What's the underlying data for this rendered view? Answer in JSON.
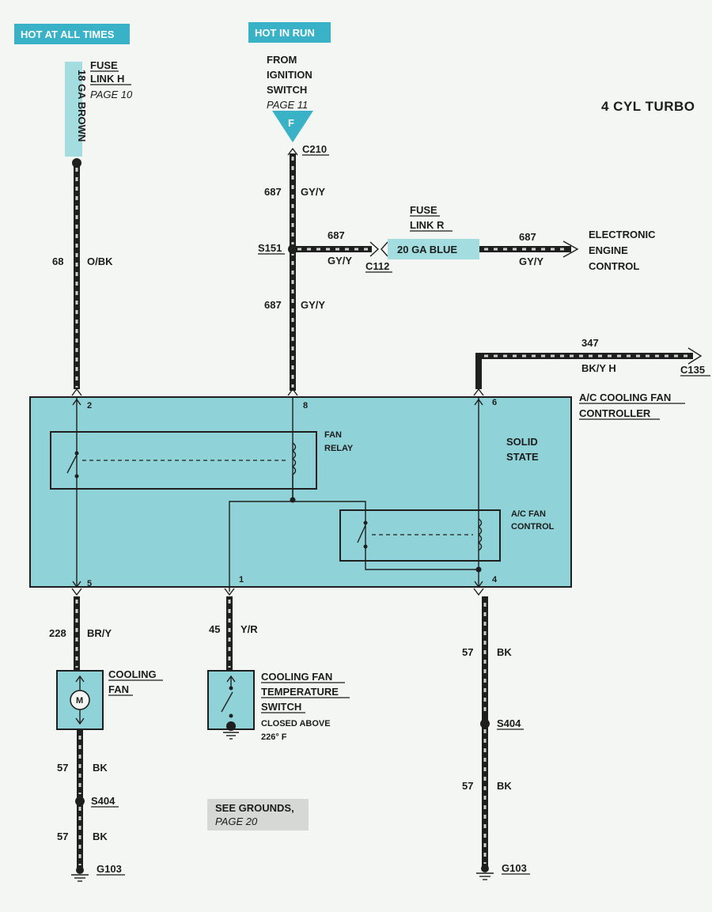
{
  "tags": {
    "hot_at_all_times": "HOT AT ALL TIMES",
    "hot_in_run": "HOT IN RUN"
  },
  "title": "4 CYL TURBO",
  "fuse_link_h": {
    "line1": "FUSE",
    "line2": "LINK H",
    "page": "PAGE 10",
    "wire": "18 GA BROWN"
  },
  "ignition": {
    "line1": "FROM",
    "line2": "IGNITION",
    "line3": "SWITCH",
    "page": "PAGE 11",
    "connector_letter": "F"
  },
  "connectors": {
    "c210": "C210",
    "s151": "S151",
    "c112": "C112",
    "c135": "C135",
    "s404_left": "S404",
    "s404_right": "S404",
    "g103_left": "G103",
    "g103_right": "G103"
  },
  "wires": {
    "w68": {
      "num": "68",
      "color": "O/BK"
    },
    "w687_top": {
      "num": "687",
      "color": "GY/Y"
    },
    "w687_mid": {
      "num": "687",
      "color": "GY/Y"
    },
    "w687_branch": {
      "num": "687",
      "color": "GY/Y"
    },
    "w687_eec": {
      "num": "687",
      "color": "GY/Y"
    },
    "w347": {
      "num": "347",
      "color": "BK/Y H"
    },
    "w228": {
      "num": "228",
      "color": "BR/Y"
    },
    "w45": {
      "num": "45",
      "color": "Y/R"
    },
    "w57_right_top": {
      "num": "57",
      "color": "BK"
    },
    "w57_right_bot": {
      "num": "57",
      "color": "BK"
    },
    "w57_left_top": {
      "num": "57",
      "color": "BK"
    },
    "w57_left_bot": {
      "num": "57",
      "color": "BK"
    }
  },
  "fuse_link_r": {
    "line1": "FUSE",
    "line2": "LINK R",
    "wire": "20 GA BLUE"
  },
  "eec": {
    "line1": "ELECTRONIC",
    "line2": "ENGINE",
    "line3": "CONTROL"
  },
  "controller": {
    "name_line1": "A/C COOLING FAN",
    "name_line2": "CONTROLLER",
    "solid1": "SOLID",
    "solid2": "STATE",
    "fan_relay1": "FAN",
    "fan_relay2": "RELAY",
    "acfan1": "A/C FAN",
    "acfan2": "CONTROL",
    "pins": {
      "p2": "2",
      "p8": "8",
      "p6": "6",
      "p5": "5",
      "p1": "1",
      "p4": "4"
    }
  },
  "cooling_fan": {
    "line1": "COOLING",
    "line2": "FAN",
    "motor": "M"
  },
  "temp_switch": {
    "line1": "COOLING FAN",
    "line2": "TEMPERATURE",
    "line3": "SWITCH",
    "note1": "CLOSED ABOVE",
    "note2": "226° F"
  },
  "grounds_note": {
    "line1": "SEE GROUNDS,",
    "line2": "PAGE 20"
  },
  "colors": {
    "accent": "#39b2c8",
    "box_fill": "#8fd3d8",
    "wire": "#1f1f1f"
  }
}
